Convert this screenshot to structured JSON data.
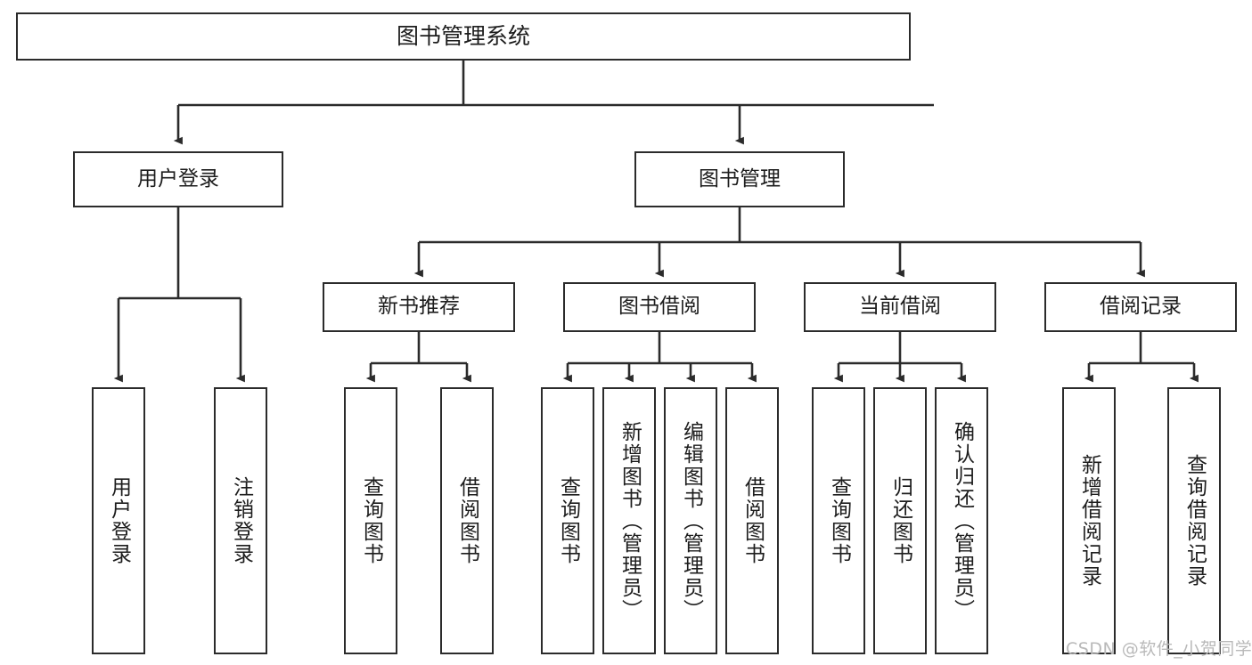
{
  "diagram": {
    "title": "图书管理系统",
    "watermark": "CSDN @软件_小贺同学",
    "colors": {
      "box_border": "#2b2b2b",
      "box_fill": "#ffffff",
      "edge": "#2b2b2b",
      "text": "#1d1d1d",
      "watermark": "#b9b9b9",
      "background": "#ffffff"
    },
    "nodes": {
      "root": "图书管理系统",
      "user_login": "用户登录",
      "book_manage": "图书管理",
      "new_book_rec": "新书推荐",
      "book_borrow": "图书借阅",
      "current_borrow": "当前借阅",
      "borrow_record": "借阅记录",
      "leaf_user_login": "用户登录",
      "leaf_logout_login": "注销登录",
      "leaf_query_book_1": "查询图书",
      "leaf_borrow_book_1": "借阅图书",
      "leaf_query_book_2": "查询图书",
      "leaf_add_book_admin": "新增图书（管理员）",
      "leaf_edit_book_admin": "编辑图书（管理员）",
      "leaf_borrow_book_2": "借阅图书",
      "leaf_query_book_3": "查询图书",
      "leaf_return_book": "归还图书",
      "leaf_confirm_return_admin": "确认归还（管理员）",
      "leaf_add_borrow_record": "新增借阅记录",
      "leaf_query_borrow_record": "查询借阅记录"
    }
  }
}
